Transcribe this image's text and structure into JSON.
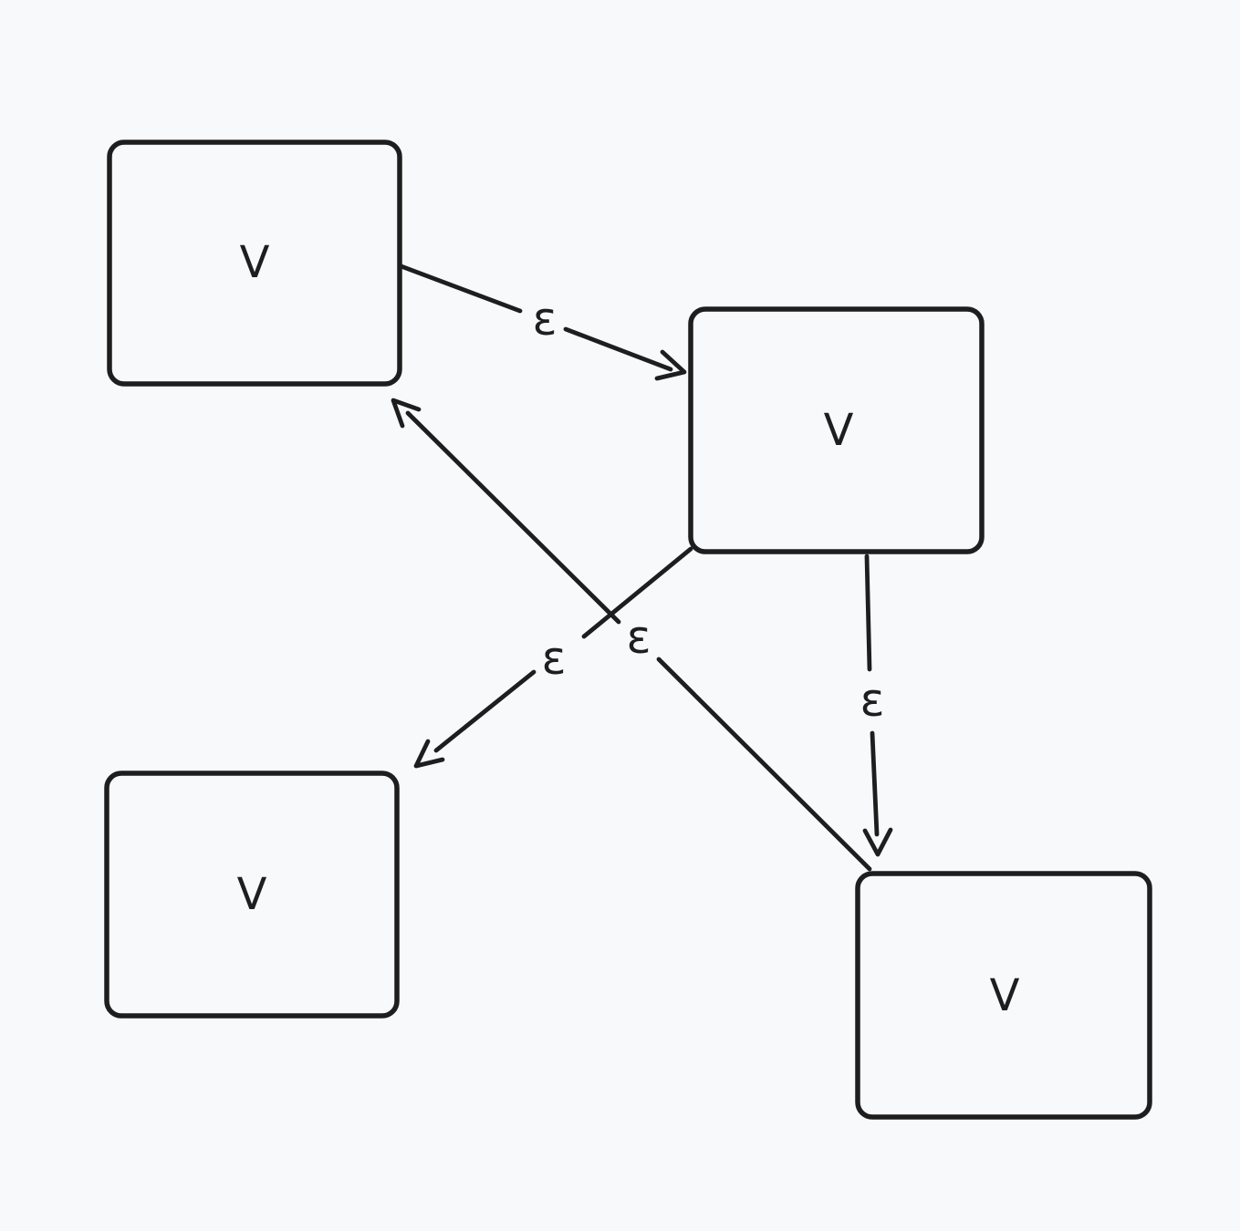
{
  "canvas": {
    "background": "#f8f9fa",
    "stroke": "#1e1e1e"
  },
  "diagram": {
    "type": "directed-graph",
    "nodes": [
      {
        "id": "node-top-left",
        "label": "V"
      },
      {
        "id": "node-middle-right",
        "label": "V"
      },
      {
        "id": "node-bottom-left",
        "label": "V"
      },
      {
        "id": "node-bottom-right",
        "label": "V"
      }
    ],
    "edges": [
      {
        "from": "node-top-left",
        "to": "node-middle-right",
        "label": "ε"
      },
      {
        "from": "node-middle-right",
        "to": "node-bottom-left",
        "label": "ε"
      },
      {
        "from": "node-middle-right",
        "to": "node-bottom-right",
        "label": "ε"
      },
      {
        "from": "node-bottom-right",
        "to": "node-top-left",
        "label": "ε"
      }
    ]
  }
}
